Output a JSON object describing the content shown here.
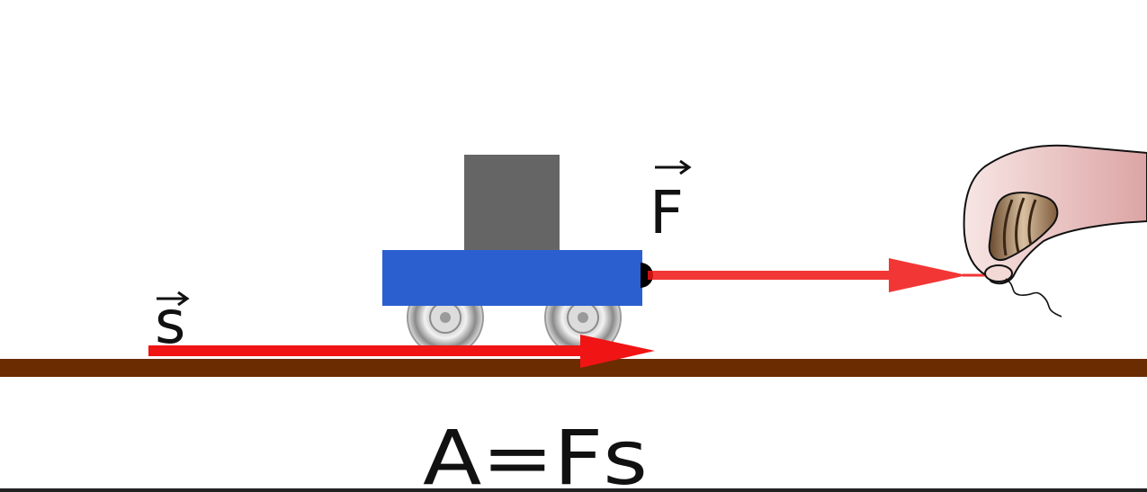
{
  "labels": {
    "displacement": "s",
    "force": "F",
    "formula": "A=Fs"
  },
  "colors": {
    "ground": "#6b2c02",
    "cart_body": "#2b5fd0",
    "load_block": "#656565",
    "vector_arrow": "#f01414",
    "text": "#111111",
    "hand_skin": "#f3d9d6"
  },
  "icons": {
    "hand": "hand-pulling-string-icon",
    "wheel": "cart-wheel-icon"
  }
}
